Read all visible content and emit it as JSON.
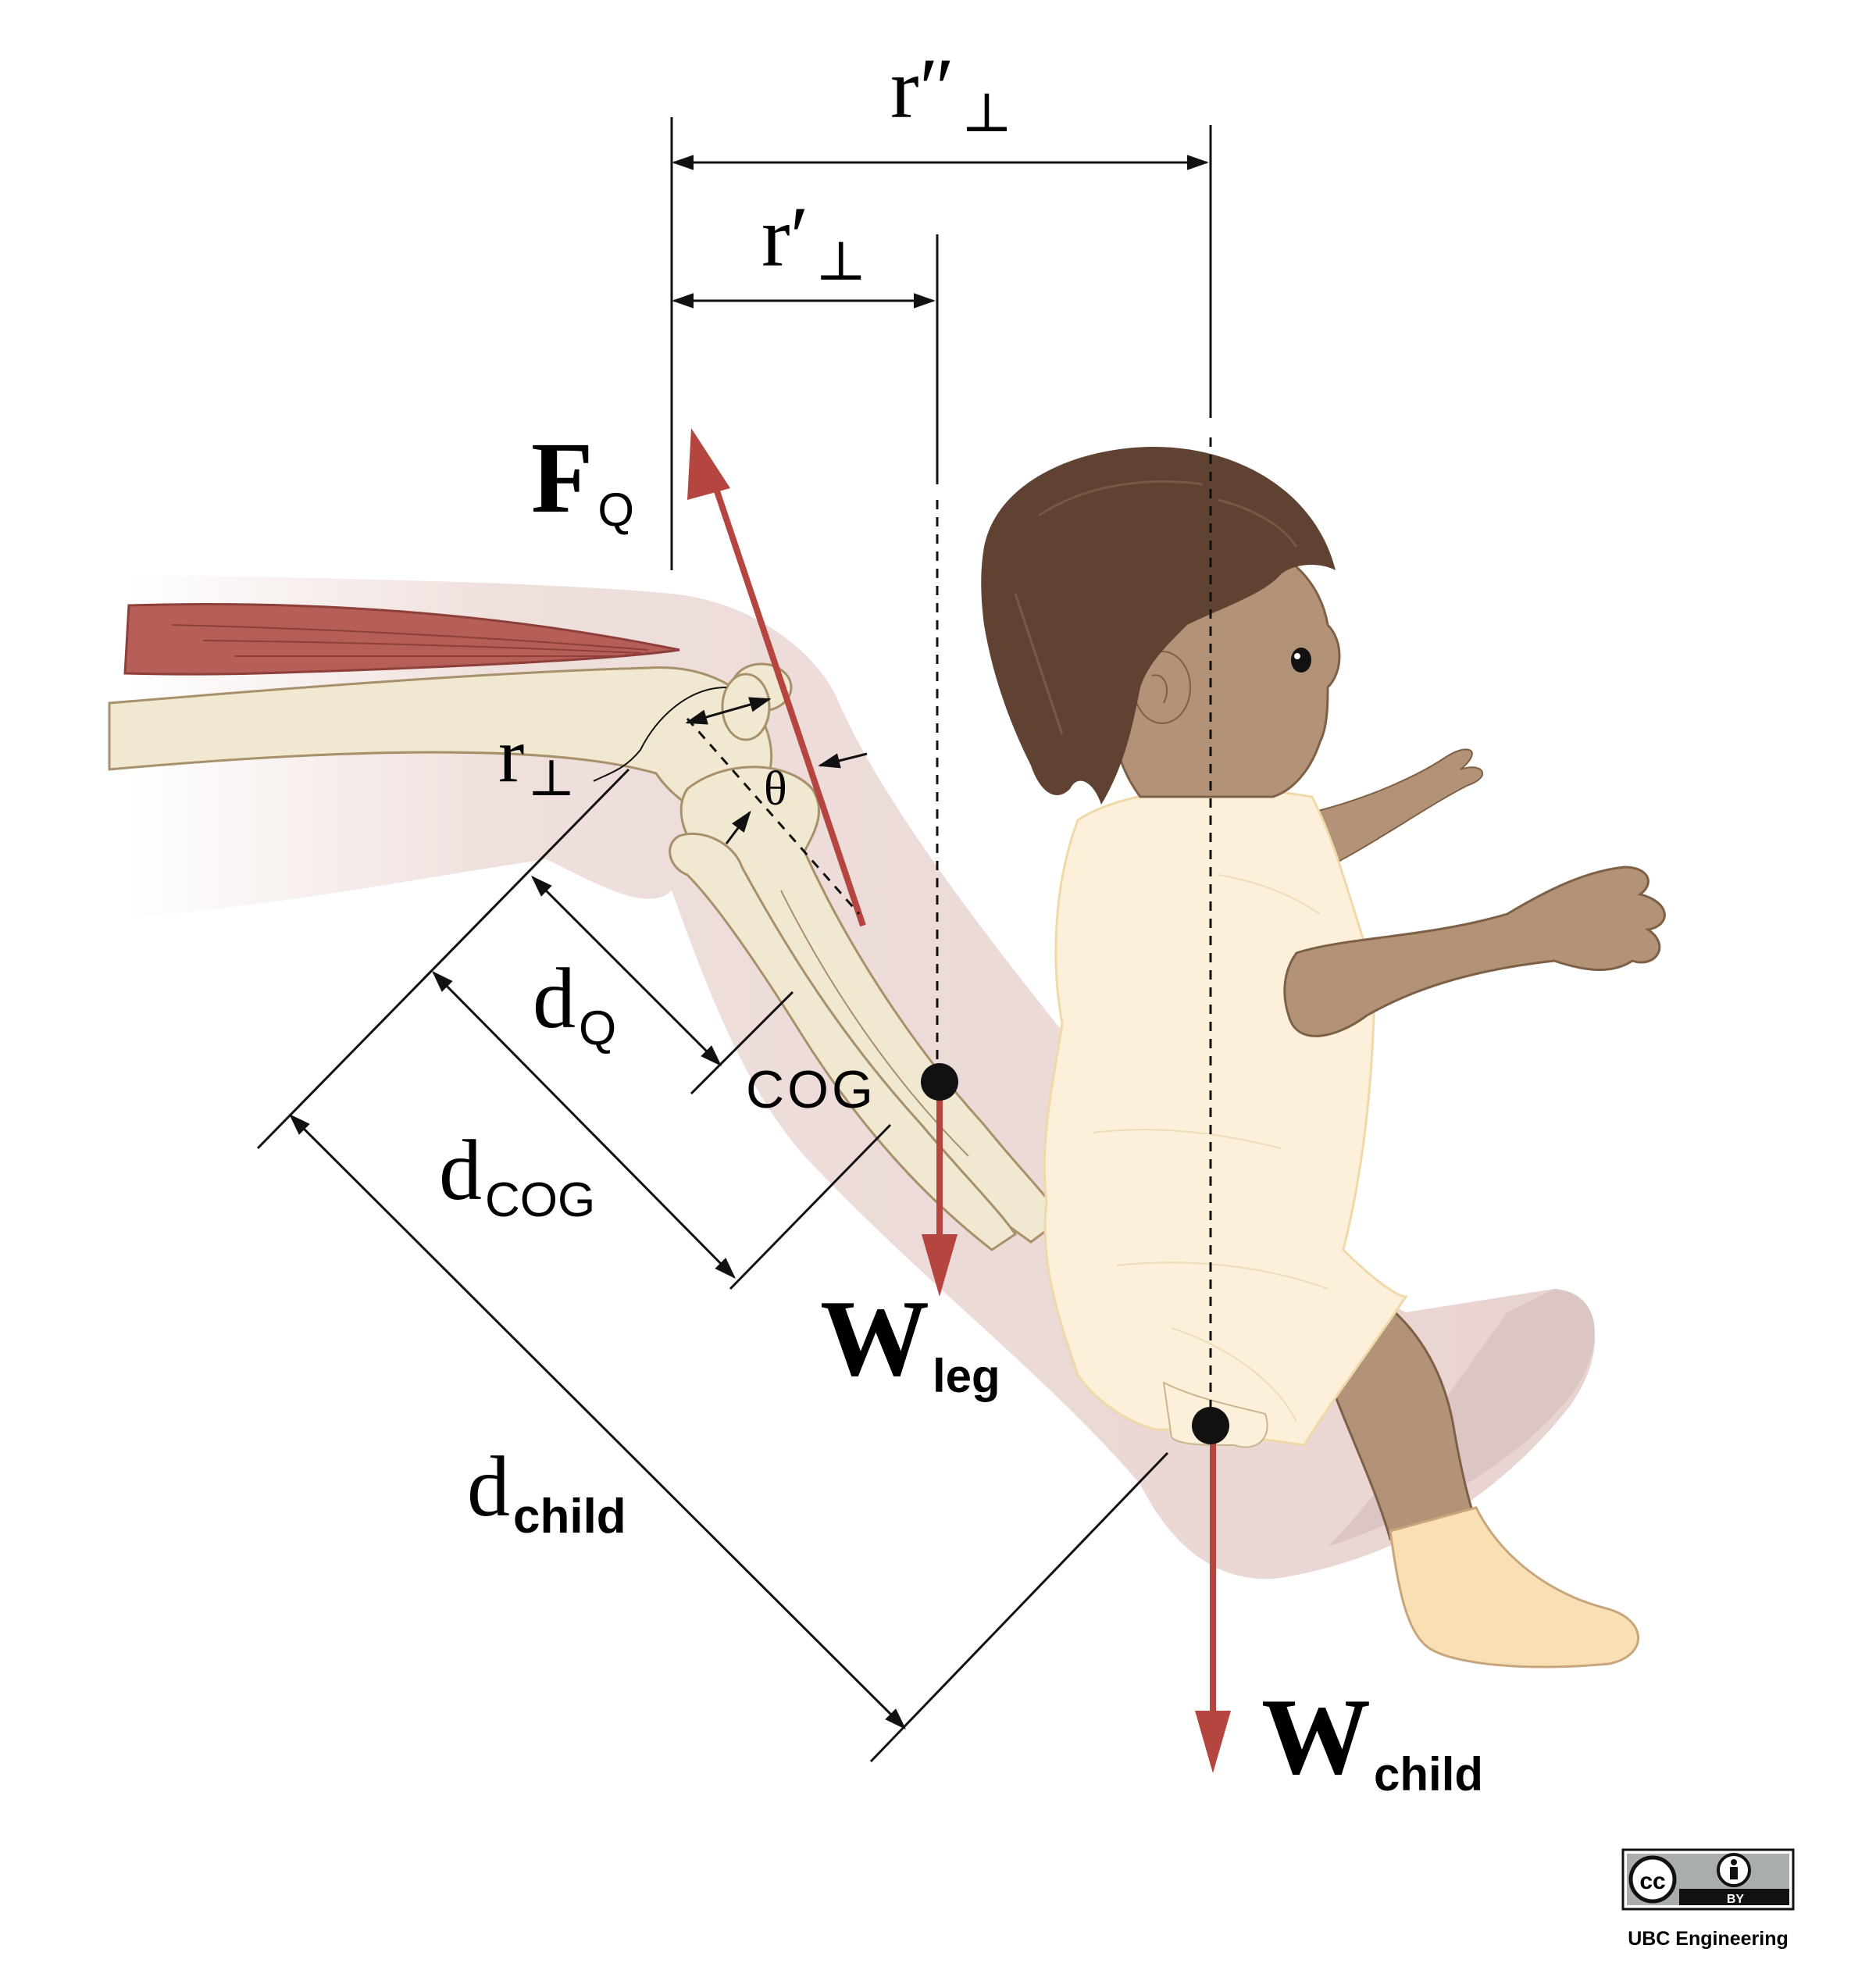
{
  "labels": {
    "r_double_prime": "r″",
    "r_prime": "r′",
    "perp": "⊥",
    "r": "r",
    "theta": "θ",
    "F": "F",
    "F_sub": "Q",
    "d": "d",
    "dQ_sub": "Q",
    "dCOG_sub": "COG",
    "dchild_sub": "child",
    "cog": "COG",
    "W": "W",
    "W_leg_sub": "leg",
    "W_child_sub": "child"
  },
  "license": {
    "cc": "cc",
    "by": "BY",
    "credit": "UBC Engineering"
  },
  "colors": {
    "force": "#b5453f",
    "hair": "#5f4232",
    "skin": "#b39377",
    "gown": "#fdf0da",
    "sock": "#f8e0b4",
    "muscle": "#b65f59",
    "bone": "#f1e8d2",
    "shadow": "#e8d3d0"
  },
  "icons": [
    "cc-icon",
    "attribution-icon"
  ]
}
